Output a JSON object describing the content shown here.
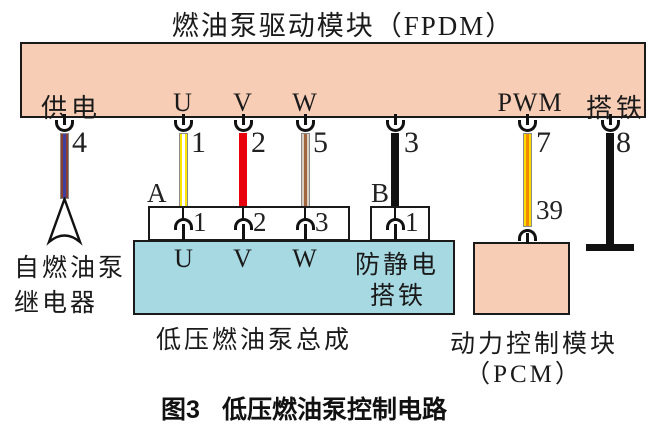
{
  "title": "燃油泵驱动模块（FPDM）",
  "colors": {
    "module_fill": "#f7cdb6",
    "pump_fill": "#a7d9e3",
    "line": "#111111"
  },
  "fpdm": {
    "labels": {
      "supply": "供电",
      "u": "U",
      "v": "V",
      "w": "W",
      "pwm": "PWM",
      "ground": "搭铁"
    }
  },
  "wires": {
    "supply": {
      "number": "4",
      "stripes": [
        "#8a4030",
        "#3f3fa0",
        "#8a4030"
      ]
    },
    "u": {
      "number": "1",
      "stripes": [
        "#ffe600",
        "#ffffff",
        "#ffe600"
      ]
    },
    "v": {
      "number": "2",
      "stripes": [
        "#e8000d"
      ]
    },
    "w": {
      "number": "5",
      "stripes": [
        "#d9cfc4",
        "#a1663d",
        "#d9cfc4"
      ]
    },
    "fpdm_b": {
      "number": "3",
      "stripes": [
        "#111111"
      ]
    },
    "pwm": {
      "number": "7",
      "stripes": [
        "#ffd900",
        "#ef8b00",
        "#ffd900"
      ]
    },
    "ground": {
      "number": "8",
      "stripes": [
        "#111111"
      ]
    }
  },
  "connector_a": {
    "label": "A",
    "pin1": "1",
    "pin2": "2",
    "pin3": "3"
  },
  "connector_b": {
    "label": "B",
    "pin1": "1"
  },
  "pump": {
    "u": "U",
    "v": "V",
    "w": "W",
    "antistatic_line1": "防静电",
    "antistatic_line2": "搭铁",
    "caption": "低压燃油泵总成"
  },
  "relay": {
    "line1": "自燃油泵",
    "line2": "继电器"
  },
  "pcm": {
    "pin": "39",
    "caption_line1": "动力控制模块",
    "caption_line2": "（PCM）"
  },
  "figure": {
    "label": "图3",
    "title": "低压燃油泵控制电路"
  }
}
